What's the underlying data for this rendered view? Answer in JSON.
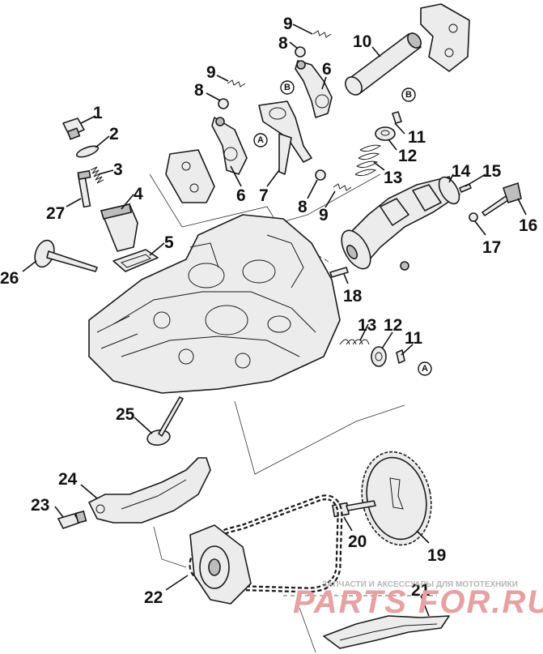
{
  "labels": [
    {
      "num": "1"
    },
    {
      "num": "2"
    },
    {
      "num": "3"
    },
    {
      "num": "4"
    },
    {
      "num": "5"
    },
    {
      "num": "6"
    },
    {
      "num": "6"
    },
    {
      "num": "7"
    },
    {
      "num": "8"
    },
    {
      "num": "8"
    },
    {
      "num": "8"
    },
    {
      "num": "9"
    },
    {
      "num": "9"
    },
    {
      "num": "9"
    },
    {
      "num": "10"
    },
    {
      "num": "11"
    },
    {
      "num": "11"
    },
    {
      "num": "12"
    },
    {
      "num": "12"
    },
    {
      "num": "13"
    },
    {
      "num": "13"
    },
    {
      "num": "14"
    },
    {
      "num": "15"
    },
    {
      "num": "16"
    },
    {
      "num": "17"
    },
    {
      "num": "18"
    },
    {
      "num": "19"
    },
    {
      "num": "20"
    },
    {
      "num": "21"
    },
    {
      "num": "22"
    },
    {
      "num": "23"
    },
    {
      "num": "24"
    },
    {
      "num": "25"
    },
    {
      "num": "26"
    },
    {
      "num": "27"
    }
  ],
  "refs": [
    {
      "letter": "A"
    },
    {
      "letter": "A"
    },
    {
      "letter": "B"
    },
    {
      "letter": "B"
    }
  ],
  "watermark": {
    "caption": "ЗАПЧАСТИ И АКСЕССУАРЫ ДЛЯ МОТОТЕХНИКИ",
    "logo": "PARTS FOR.RU"
  },
  "colors": {
    "ink": "#1a1a1a",
    "watermark": "#e8a0a0"
  }
}
